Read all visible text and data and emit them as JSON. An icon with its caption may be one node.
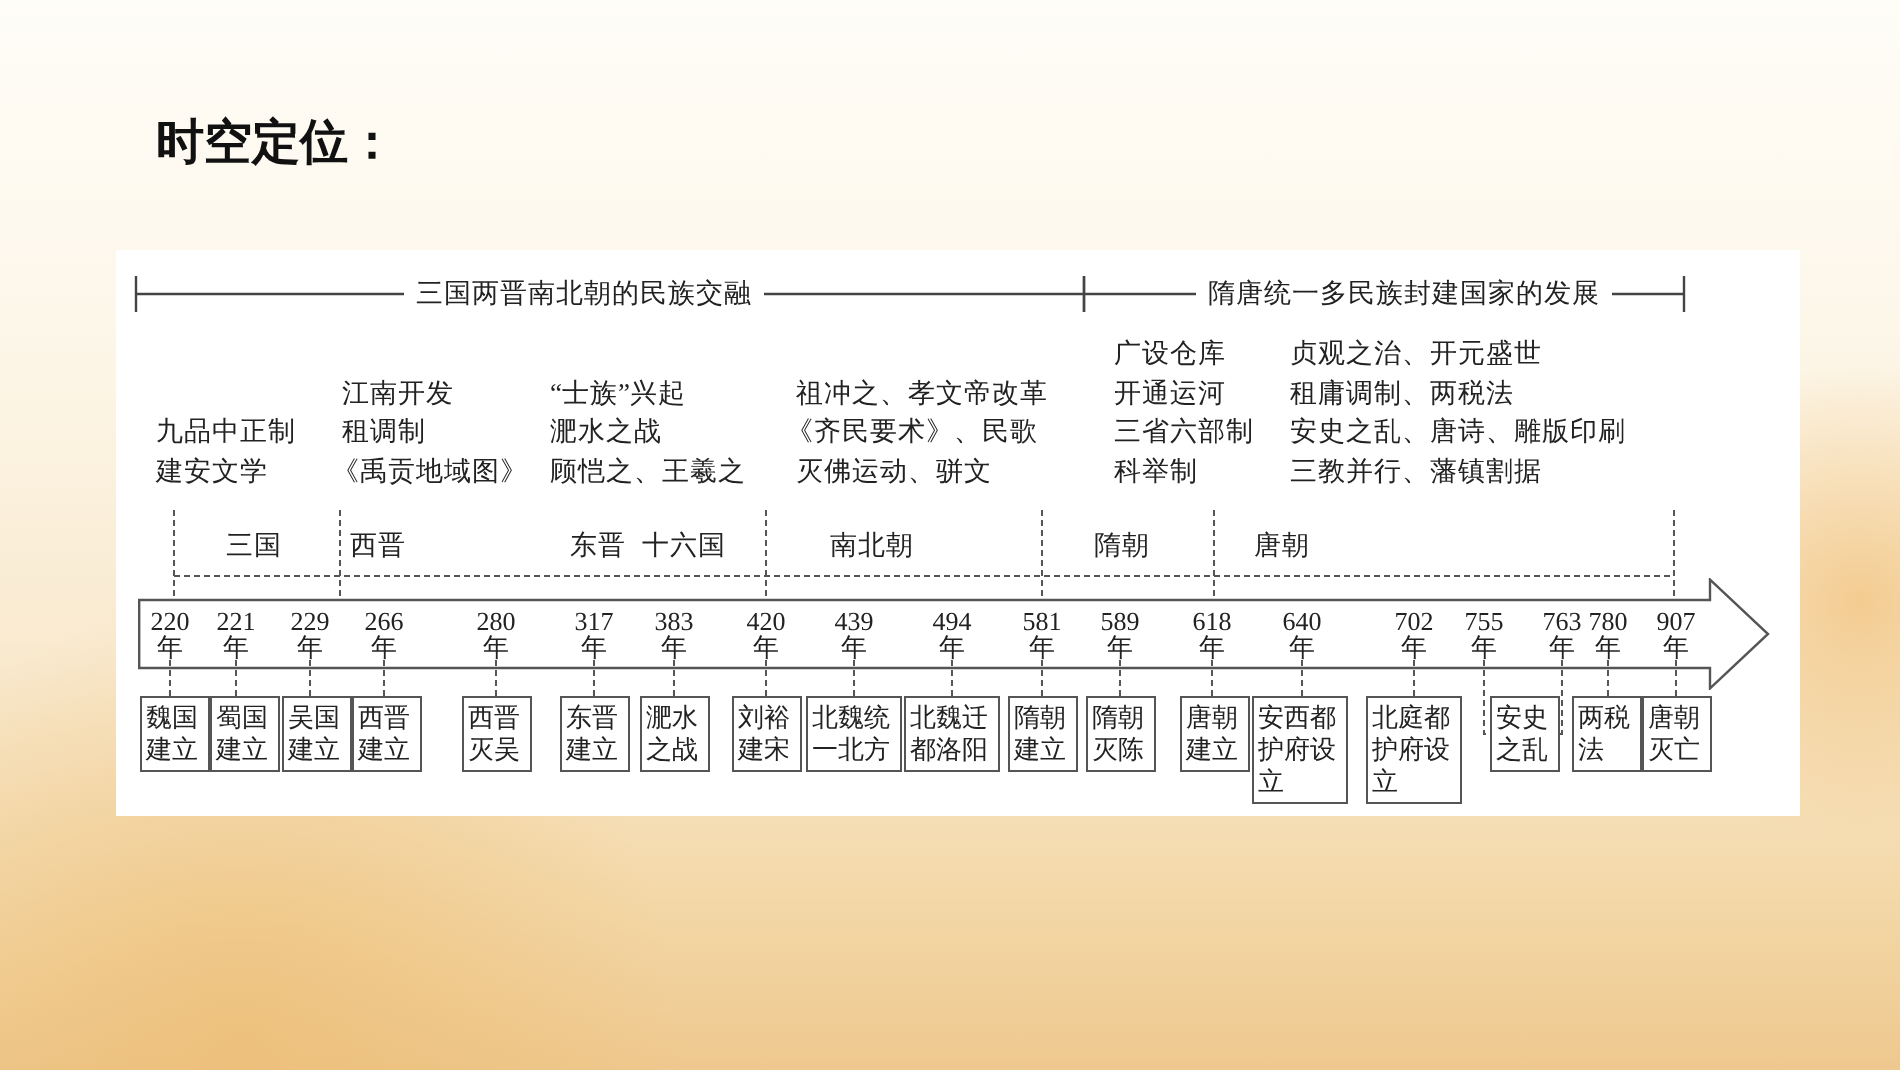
{
  "diagram": {
    "title": "时空定位：",
    "nodes": [
      {
        "text": [],
        "shape": "arrow"
      },
      {
        "text": [
          "220年"
        ],
        "in": 0
      },
      {
        "text": [
          "221年"
        ],
        "in": 0
      },
      {
        "text": [
          "229年"
        ],
        "in": 0
      },
      {
        "text": [
          "266年"
        ],
        "in": 0
      },
      {
        "text": [
          "280年"
        ],
        "in": 0
      },
      {
        "text": [
          "317年"
        ],
        "in": 0
      },
      {
        "text": [
          "383年"
        ],
        "in": 0
      },
      {
        "text": [
          "420年"
        ],
        "in": 0
      },
      {
        "text": [
          "439年"
        ],
        "in": 0
      },
      {
        "text": [
          "494年"
        ],
        "in": 0
      },
      {
        "text": [
          "581年"
        ],
        "in": 0
      },
      {
        "text": [
          "589年"
        ],
        "in": 0
      },
      {
        "text": [
          "618年"
        ],
        "in": 0
      },
      {
        "text": [
          "640年"
        ],
        "in": 0
      },
      {
        "text": [
          "702年"
        ],
        "in": 0
      },
      {
        "text": [
          "755年"
        ],
        "in": 0
      },
      {
        "text": [
          "763年"
        ],
        "in": 0
      },
      {
        "text": [
          "780年"
        ],
        "in": 0
      },
      {
        "text": [
          "907年"
        ],
        "in": 0
      },
      {
        "text": [
          "魏国建立"
        ]
      },
      {
        "text": [
          "蜀国建立"
        ]
      },
      {
        "text": [
          "吴国建立"
        ]
      },
      {
        "text": [
          "西晋建立"
        ]
      },
      {
        "text": [
          "西晋灭吴"
        ]
      },
      {
        "text": [
          "东晋建立"
        ]
      },
      {
        "text": [
          "淝水之战"
        ]
      },
      {
        "text": [
          "刘裕建宋"
        ]
      },
      {
        "text": [
          "北魏统一北方"
        ]
      },
      {
        "text": [
          "北魏迁都洛阳"
        ]
      },
      {
        "text": [
          "隋朝建立"
        ]
      },
      {
        "text": [
          "隋朝灭陈"
        ]
      },
      {
        "text": [
          "唐朝建立"
        ]
      },
      {
        "text": [
          "安西都护府设立"
        ]
      },
      {
        "text": [
          "北庭都护府设立"
        ]
      },
      {
        "text": [
          "安史之乱"
        ]
      },
      {
        "text": [
          "两税法"
        ]
      },
      {
        "text": [
          "唐朝灭亡"
        ]
      }
    ],
    "edges": [
      {
        "from": 1,
        "to": 20,
        "arrow": "none",
        "style": "dashed"
      },
      {
        "from": 2,
        "to": 21,
        "arrow": "none",
        "style": "dashed"
      },
      {
        "from": 3,
        "to": 22,
        "arrow": "none",
        "style": "dashed"
      },
      {
        "from": 4,
        "to": 23,
        "arrow": "none",
        "style": "dashed"
      },
      {
        "from": 5,
        "to": 24,
        "arrow": "none",
        "style": "dashed"
      },
      {
        "from": 6,
        "to": 25,
        "arrow": "none",
        "style": "dashed"
      },
      {
        "from": 7,
        "to": 26,
        "arrow": "none",
        "style": "dashed"
      },
      {
        "from": 8,
        "to": 27,
        "arrow": "none",
        "style": "dashed"
      },
      {
        "from": 9,
        "to": 28,
        "arrow": "none",
        "style": "dashed"
      },
      {
        "from": 10,
        "to": 29,
        "arrow": "none",
        "style": "dashed"
      },
      {
        "from": 11,
        "to": 30,
        "arrow": "none",
        "style": "dashed"
      },
      {
        "from": 12,
        "to": 31,
        "arrow": "none",
        "style": "dashed"
      },
      {
        "from": 13,
        "to": 32,
        "arrow": "none",
        "style": "dashed"
      },
      {
        "from": 14,
        "to": 33,
        "arrow": "none",
        "style": "dashed"
      },
      {
        "from": 15,
        "to": 34,
        "arrow": "none",
        "style": "dashed"
      },
      {
        "from": 16,
        "to": 35,
        "arrow": "none",
        "style": "dashed"
      },
      {
        "from": 17,
        "to": 35,
        "arrow": "none",
        "style": "dashed"
      },
      {
        "from": 18,
        "to": 36,
        "arrow": "none",
        "style": "dashed"
      },
      {
        "from": 19,
        "to": 37,
        "arrow": "none",
        "style": "dashed"
      }
    ],
    "labels": [
      "三国两晋南北朝的民族交融",
      "隋唐统一多民族封建国家的发展",
      "九品中正制",
      "建安文学",
      "江南开发",
      "租调制",
      "《禹贡地域图》",
      "“士族”兴起",
      "淝水之战",
      "顾恺之、王羲之",
      "祖冲之、孝文帝改革",
      "《齐民要术》、民歌",
      "灭佛运动、骈文",
      "广设仓库",
      "开通运河",
      "三省六部制",
      "科举制",
      "贞观之治、开元盛世",
      "租庸调制、两税法",
      "安史之乱、唐诗、雕版印刷",
      "三教并行、藩镇割据",
      "三国",
      "西晋",
      "东晋",
      "十六国",
      "南北朝",
      "隋朝",
      "唐朝"
    ]
  }
}
